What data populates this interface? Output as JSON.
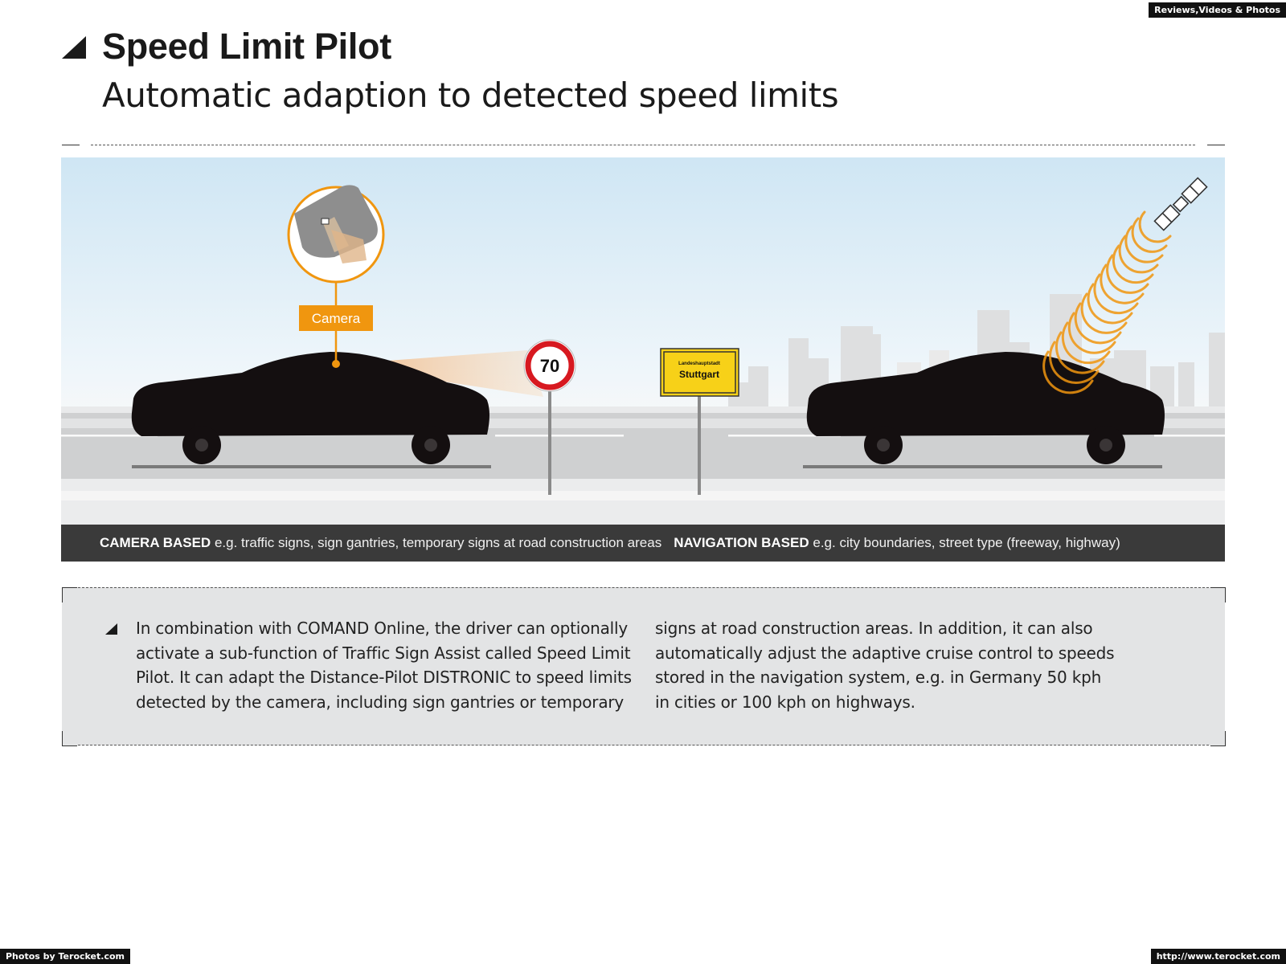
{
  "corner_tags": {
    "top_right": "Reviews,Videos & Photos",
    "bottom_left": "Photos by Terocket.com",
    "bottom_right": "http://www.terocket.com"
  },
  "header": {
    "title": "Speed Limit Pilot",
    "subtitle": "Automatic adaption to detected speed limits"
  },
  "illustration": {
    "camera_label": "Camera",
    "speed_sign_value": "70",
    "town_sign_small": "Landeshauptstadt",
    "town_sign_name": "Stuttgart",
    "colors": {
      "accent": "#f0960f",
      "sign_red": "#d71920",
      "sign_yellow": "#f7d118",
      "car": "#140f10"
    }
  },
  "caption": {
    "camera_heading": "CAMERA BASED",
    "camera_text": "e.g. traffic signs, sign gantries, temporary signs at road construction areas",
    "nav_heading": "NAVIGATION BASED",
    "nav_text": "e.g. city boundaries, street type (freeway, highway)"
  },
  "body": {
    "col1_lines": [
      "In combination with COMAND Online, the driver can optionally",
      "activate a sub-function of Traffic Sign Assist called Speed Limit",
      "Pilot. It can adapt the Distance-Pilot DISTRONIC to speed limits",
      "detected by the camera, including sign gantries or temporary"
    ],
    "col2_lines": [
      "signs at road construction areas. In addition, it can also",
      "automatically adjust the adaptive cruise control to speeds",
      "stored in the navigation system, e.g. in Germany 50 kph",
      "in cities or 100 kph on highways."
    ]
  }
}
